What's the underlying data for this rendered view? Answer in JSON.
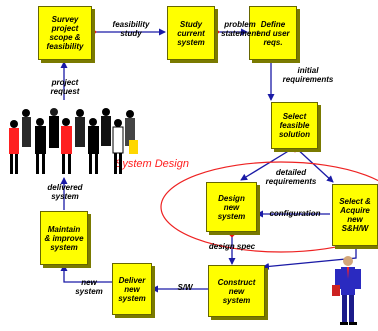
{
  "boxes": {
    "survey": "Survey\nproject\nscope &\nfeasibility",
    "study": "Study\ncurrent\nsystem",
    "define": "Define\nend user\nreqs.",
    "select_solution": "Select\nfeasible\nsolution",
    "design": "Design\nnew\nsystem",
    "acquire": "Select &\nAcquire\nnew\nS&H/W",
    "construct": "Construct\nnew\nsystem",
    "deliver": "Deliver\nnew\nsystem",
    "maintain": "Maintain\n& improve\nsystem"
  },
  "labels": {
    "feasibility_study": "feasibility\nstudy",
    "problem_statement": "problem\nstatement",
    "initial_requirements": "initial\nrequirements",
    "detailed_requirements": "detailed\nrequirements",
    "configuration": "configuration",
    "design_spec": "design spec",
    "sw": "S/W",
    "new_system": "new\nsystem",
    "delivered_system": "delivered\nsystem",
    "project_request": "project\nrequest"
  },
  "phase_label": "System Design",
  "colors": {
    "box_fill": "#ffff00",
    "arrow": "#1a1aa6",
    "diamond": "#ee1111",
    "phase": "#ff2020"
  },
  "icons": [
    "people-group-illustration",
    "businessman-illustration"
  ]
}
